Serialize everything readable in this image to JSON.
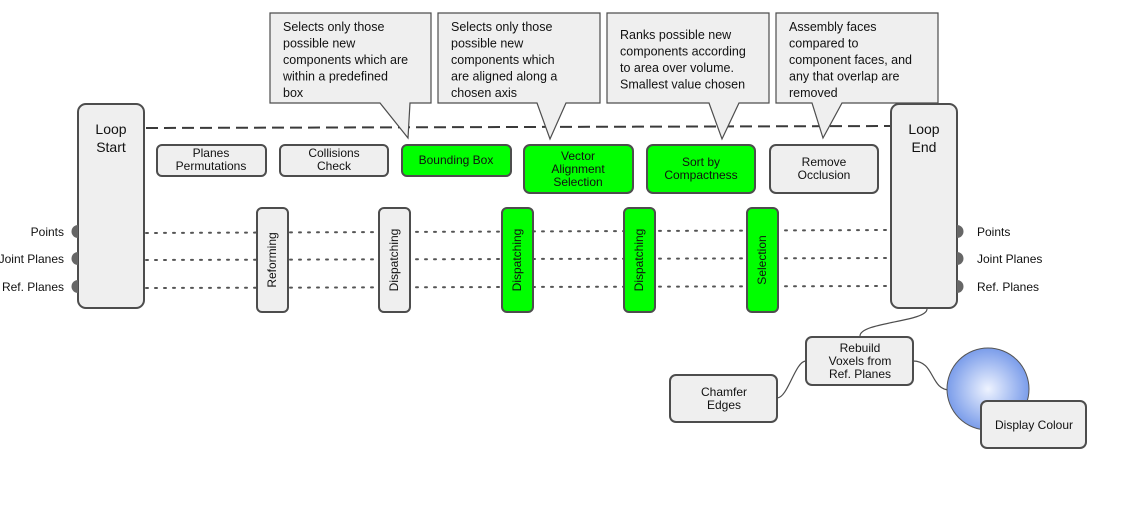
{
  "colors": {
    "node_fill": "#efefef",
    "node_stroke": "#4d4d4d",
    "active_fill": "#00ff00",
    "port_fill": "#666666",
    "sphere_light": "#eef3ff",
    "sphere_dark": "#6f94e8"
  },
  "loop": {
    "start_label": [
      "Loop",
      "Start"
    ],
    "end_label": [
      "Loop",
      "End"
    ],
    "input_ports": [
      "Points",
      "Joint Planes",
      "Ref. Planes"
    ],
    "output_ports": [
      "Points",
      "Joint Planes",
      "Ref. Planes"
    ]
  },
  "callouts": [
    {
      "lines": [
        "Selects only those",
        "possible new",
        "components which are",
        "within a predefined",
        "box"
      ]
    },
    {
      "lines": [
        "Selects only those",
        "possible new",
        "components  which",
        "are aligned along a",
        "chosen axis"
      ]
    },
    {
      "lines": [
        "Ranks possible new",
        "components according",
        "to area over volume.",
        "Smallest value chosen"
      ]
    },
    {
      "lines": [
        "Assembly faces",
        "compared to",
        "component faces, and",
        "any that overlap are",
        "removed"
      ]
    }
  ],
  "top_nodes": [
    {
      "lines": [
        "Planes",
        "Permutations"
      ],
      "active": false
    },
    {
      "lines": [
        "Collisions",
        "Check"
      ],
      "active": false
    },
    {
      "lines": [
        "Bounding Box"
      ],
      "active": true
    },
    {
      "lines": [
        "Vector",
        "Alignment",
        "Selection"
      ],
      "active": true
    },
    {
      "lines": [
        "Sort by",
        "Compactness"
      ],
      "active": true
    },
    {
      "lines": [
        "Remove",
        "Occlusion"
      ],
      "active": false
    }
  ],
  "vertical_nodes": [
    {
      "label": "Reforming",
      "active": false
    },
    {
      "label": "Dispatching",
      "active": false
    },
    {
      "label": "Dispatching",
      "active": true
    },
    {
      "label": "Dispatching",
      "active": true
    },
    {
      "label": "Selection",
      "active": true
    }
  ],
  "post_nodes": {
    "rebuild": [
      "Rebuild",
      "Voxels from",
      "Ref. Planes"
    ],
    "chamfer": [
      "Chamfer",
      "Edges"
    ],
    "display": [
      "Display Colour"
    ]
  }
}
